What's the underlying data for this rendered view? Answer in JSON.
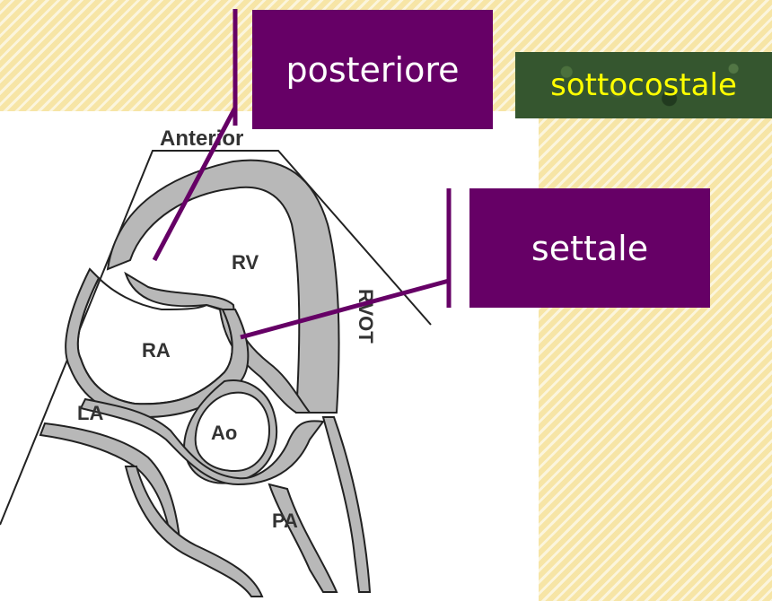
{
  "callouts": {
    "posteriore": "posteriore",
    "settale": "settale"
  },
  "view_label": "sottocostale",
  "anatomy": {
    "anterior": "Anterior",
    "rv": "RV",
    "rvot": "RVOT",
    "ra": "RA",
    "la": "LA",
    "ao": "Ao",
    "pa": "PA"
  },
  "colors": {
    "callout_bg": "#660066",
    "callout_text": "#ffffff",
    "view_label_text": "#ffff00",
    "wall_fill": "#b8b8b8"
  }
}
